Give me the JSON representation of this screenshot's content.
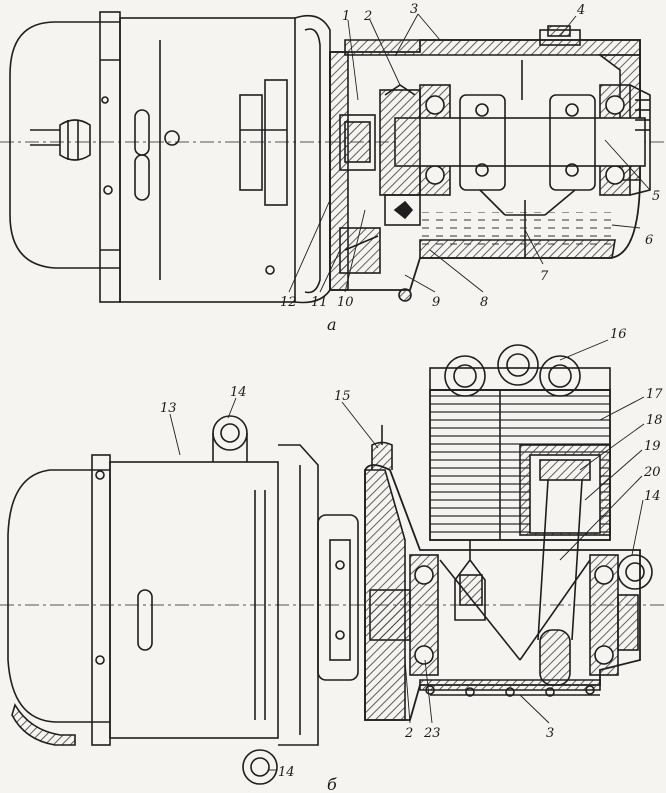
{
  "views": [
    {
      "id": "a",
      "caption": "а"
    },
    {
      "id": "b",
      "caption": "б"
    }
  ],
  "callouts_a": [
    "1",
    "2",
    "3",
    "4",
    "5",
    "6",
    "7",
    "8",
    "9",
    "10",
    "11",
    "12"
  ],
  "callouts_b": [
    "13",
    "14",
    "15",
    "16",
    "17",
    "18",
    "19",
    "20",
    "14",
    "2",
    "23",
    "3",
    "14"
  ],
  "colors": {
    "ink": "#1e1e1e",
    "paper": "#f6f4f1",
    "hatch": "#3a3a3a"
  }
}
